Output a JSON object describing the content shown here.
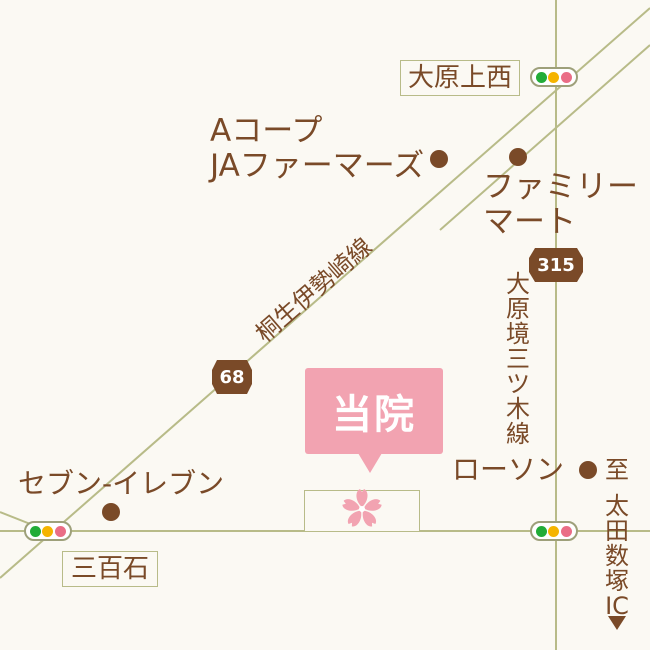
{
  "clinic": {
    "label": "当院",
    "icon": "sakura-icon",
    "color": "#f2a3b1"
  },
  "places": {
    "acoop_line1": "Aコープ",
    "acoop_line2": "JAファーマーズ",
    "familymart_line1": "ファミリー",
    "familymart_line2": "マート",
    "seven_eleven": "セブン-イレブン",
    "lawson": "ローソン"
  },
  "intersections": {
    "ohara_kaminishi": "大原上西",
    "sanbyakkoku": "三百石"
  },
  "roads": {
    "route_315": "315",
    "route_68": "68",
    "kiryu_isesaki_line": "桐生伊勢崎線",
    "ohara_sakai_mitsugi_line": "大原境三ツ木線"
  },
  "direction": {
    "to_label": "至",
    "destination": "太田数塚IC",
    "arrow": "down-triangle-icon"
  },
  "colors": {
    "road": "#b8bb88",
    "text": "#7a4a28",
    "shield": "#7a4a28",
    "signal_green": "#22ac38",
    "signal_yellow": "#f5b400",
    "signal_red": "#ea6d86"
  }
}
